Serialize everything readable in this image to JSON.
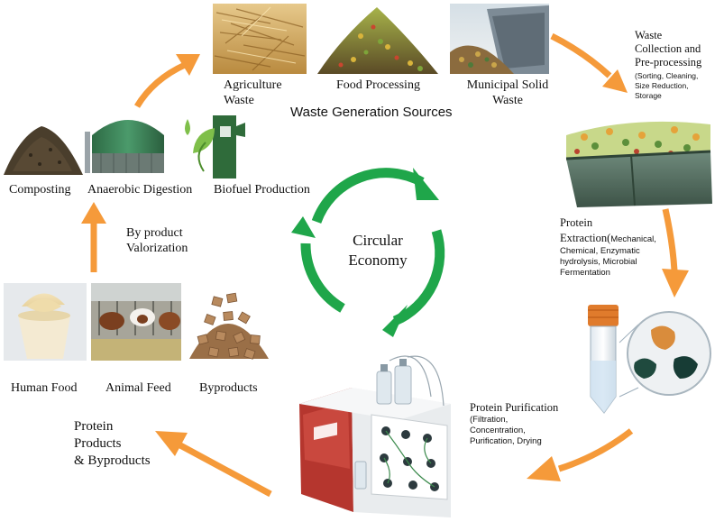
{
  "colors": {
    "orange_arrow": "#F59A3A",
    "green_cycle": "#1FA64A",
    "machine_red": "#B5362E"
  },
  "center": {
    "line1": "Circular",
    "line2": "Economy"
  },
  "waste_sources": {
    "title": "Waste Generation Sources",
    "items": [
      {
        "label_line1": "Agriculture",
        "label_line2": "Waste",
        "icon": "straw-pile-image"
      },
      {
        "label_line1": "Food Processing",
        "label_line2": "",
        "icon": "food-waste-pile-image"
      },
      {
        "label_line1": "Municipal Solid",
        "label_line2": "Waste",
        "icon": "garbage-truck-image"
      }
    ]
  },
  "waste_collection": {
    "title_line1": "Waste",
    "title_line2": "Collection and",
    "title_line3": "Pre-processing",
    "detail_line1": "(Sorting, Cleaning,",
    "detail_line2": "Size Reduction,",
    "detail_line3": "Storage"
  },
  "protein_extraction": {
    "title_line1": "Protein",
    "title_line2": "Extraction(",
    "detail_line1": "Mechanical,",
    "detail_line2": "Chemical, Enzymatic",
    "detail_line3": "hydrolysis, Microbial",
    "detail_line4": "Fermentation"
  },
  "protein_purification": {
    "title": "Protein Purification",
    "detail_line1": "(Filtration,",
    "detail_line2": "Concentration,",
    "detail_line3": "Purification, Drying"
  },
  "products": {
    "title_line1": "Protein",
    "title_line2": "Products",
    "title_line3": "& Byproducts",
    "items": [
      {
        "label": "Human Food",
        "icon": "protein-powder-image"
      },
      {
        "label": "Animal Feed",
        "icon": "cattle-feed-image"
      },
      {
        "label": "Byproducts",
        "icon": "pellets-image"
      }
    ]
  },
  "valorization": {
    "label_line1": "By product",
    "label_line2": "Valorization",
    "items": [
      {
        "label": "Composting",
        "icon": "compost-pile-image"
      },
      {
        "label": "Anaerobic Digestion",
        "icon": "biogas-digester-image"
      },
      {
        "label": "Biofuel Production",
        "icon": "biofuel-pump-leaf-icon"
      }
    ]
  }
}
